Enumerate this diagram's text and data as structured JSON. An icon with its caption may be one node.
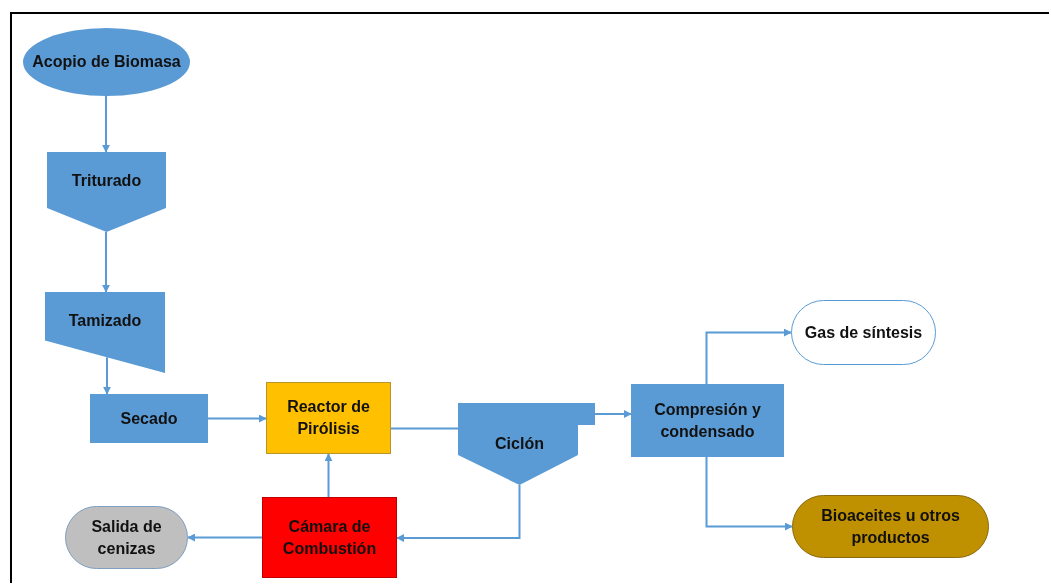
{
  "diagram": {
    "nodes": [
      {
        "text": [
          "Acopio de Biomasa"
        ]
      },
      {
        "text": [
          "Triturado"
        ]
      },
      {
        "text": [
          "Tamizado"
        ]
      },
      {
        "text": [
          "Secado"
        ]
      },
      {
        "text": [
          "Reactor de Pirólisis"
        ]
      },
      {
        "text": [
          "Ciclón"
        ]
      },
      {
        "text": [
          "Compresión y condensado"
        ]
      },
      {
        "text": [
          "Gas de síntesis"
        ]
      },
      {
        "text": [
          "Salida de cenizas"
        ]
      },
      {
        "text": [
          "Cámara de Combustión"
        ]
      },
      {
        "text": [
          "Bioaceites u otros productos"
        ]
      }
    ],
    "edges": [
      {
        "from": 0,
        "to": 1,
        "arrow": "to"
      },
      {
        "from": 1,
        "to": 2,
        "arrow": "to"
      },
      {
        "from": 2,
        "to": 3,
        "arrow": "to"
      },
      {
        "from": 3,
        "to": 4,
        "arrow": "to"
      },
      {
        "from": 4,
        "to": 5,
        "arrow": "none"
      },
      {
        "from": 5,
        "to": 6,
        "arrow": "to"
      },
      {
        "from": 5,
        "to": 9,
        "arrow": "to"
      },
      {
        "from": 9,
        "to": 4,
        "arrow": "to"
      },
      {
        "from": 9,
        "to": 8,
        "arrow": "to"
      },
      {
        "from": 6,
        "to": 7,
        "arrow": "to"
      },
      {
        "from": 6,
        "to": 10,
        "arrow": "to"
      }
    ]
  }
}
